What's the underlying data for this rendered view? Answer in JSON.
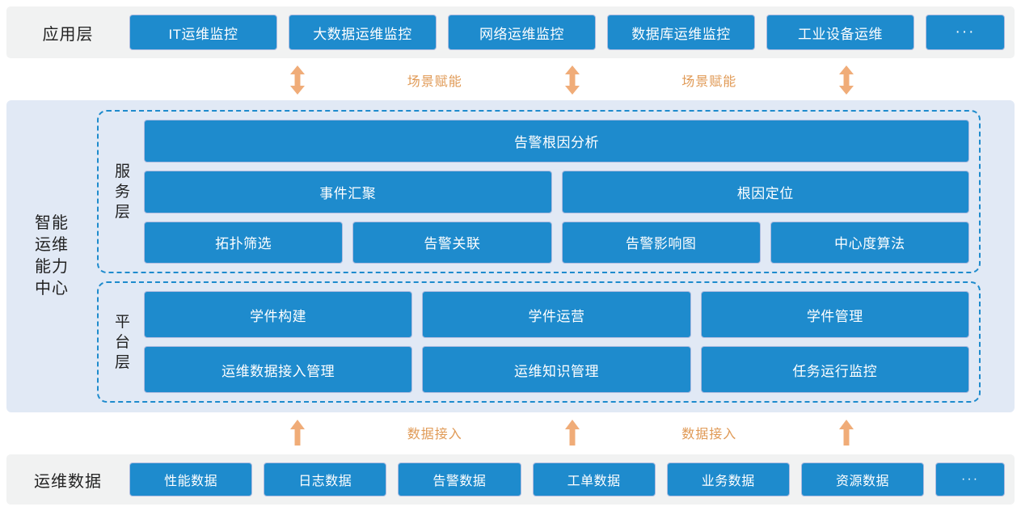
{
  "application_layer": {
    "label": "应用层",
    "items": [
      {
        "label": "IT运维监控",
        "kind": "box"
      },
      {
        "label": "大数据运维监控",
        "kind": "box"
      },
      {
        "label": "网络运维监控",
        "kind": "box"
      },
      {
        "label": "数据库运维监控",
        "kind": "box"
      },
      {
        "label": "工业设备运维",
        "kind": "box"
      },
      {
        "label": "···",
        "kind": "ellipsis"
      }
    ]
  },
  "top_connector": {
    "arrow_type": "double-vertical",
    "arrow_color": "#F0AC78",
    "label_color": "#E09A56",
    "labels": [
      "场景赋能",
      "场景赋能"
    ]
  },
  "center": {
    "label": "智能\n运维\n能力\n中心",
    "label_lines": [
      "智能",
      "运维",
      "能力",
      "中心"
    ],
    "background": "#E1E9F5",
    "dash_border_color": "#1E8BCD",
    "groups": [
      {
        "label_lines": [
          "服",
          "务",
          "层"
        ],
        "rows": [
          [
            {
              "label": "告警根因分析"
            }
          ],
          [
            {
              "label": "事件汇聚"
            },
            {
              "label": "根因定位"
            }
          ],
          [
            {
              "label": "拓扑筛选"
            },
            {
              "label": "告警关联"
            },
            {
              "label": "告警影响图"
            },
            {
              "label": "中心度算法"
            }
          ]
        ]
      },
      {
        "label_lines": [
          "平",
          "台",
          "层"
        ],
        "rows": [
          [
            {
              "label": "学件构建"
            },
            {
              "label": "学件运营"
            },
            {
              "label": "学件管理"
            }
          ],
          [
            {
              "label": "运维数据接入管理"
            },
            {
              "label": "运维知识管理"
            },
            {
              "label": "任务运行监控"
            }
          ]
        ]
      }
    ]
  },
  "bottom_connector": {
    "arrow_type": "single-up",
    "arrow_color": "#F0AC78",
    "label_color": "#E09A56",
    "labels": [
      "数据接入",
      "数据接入"
    ]
  },
  "data_layer": {
    "label": "运维数据",
    "items": [
      {
        "label": "性能数据",
        "kind": "box"
      },
      {
        "label": "日志数据",
        "kind": "box"
      },
      {
        "label": "告警数据",
        "kind": "box"
      },
      {
        "label": "工单数据",
        "kind": "box"
      },
      {
        "label": "业务数据",
        "kind": "box"
      },
      {
        "label": "资源数据",
        "kind": "box"
      },
      {
        "label": "···",
        "kind": "ellipsis"
      }
    ]
  },
  "colors": {
    "box_fill": "#1E8BCD",
    "box_border": "#AFBCE0",
    "band_background": "#F1F2F2",
    "center_background": "#E1E9F5",
    "accent_orange": "#F0AC78",
    "text_dark": "#1a1a1a"
  }
}
